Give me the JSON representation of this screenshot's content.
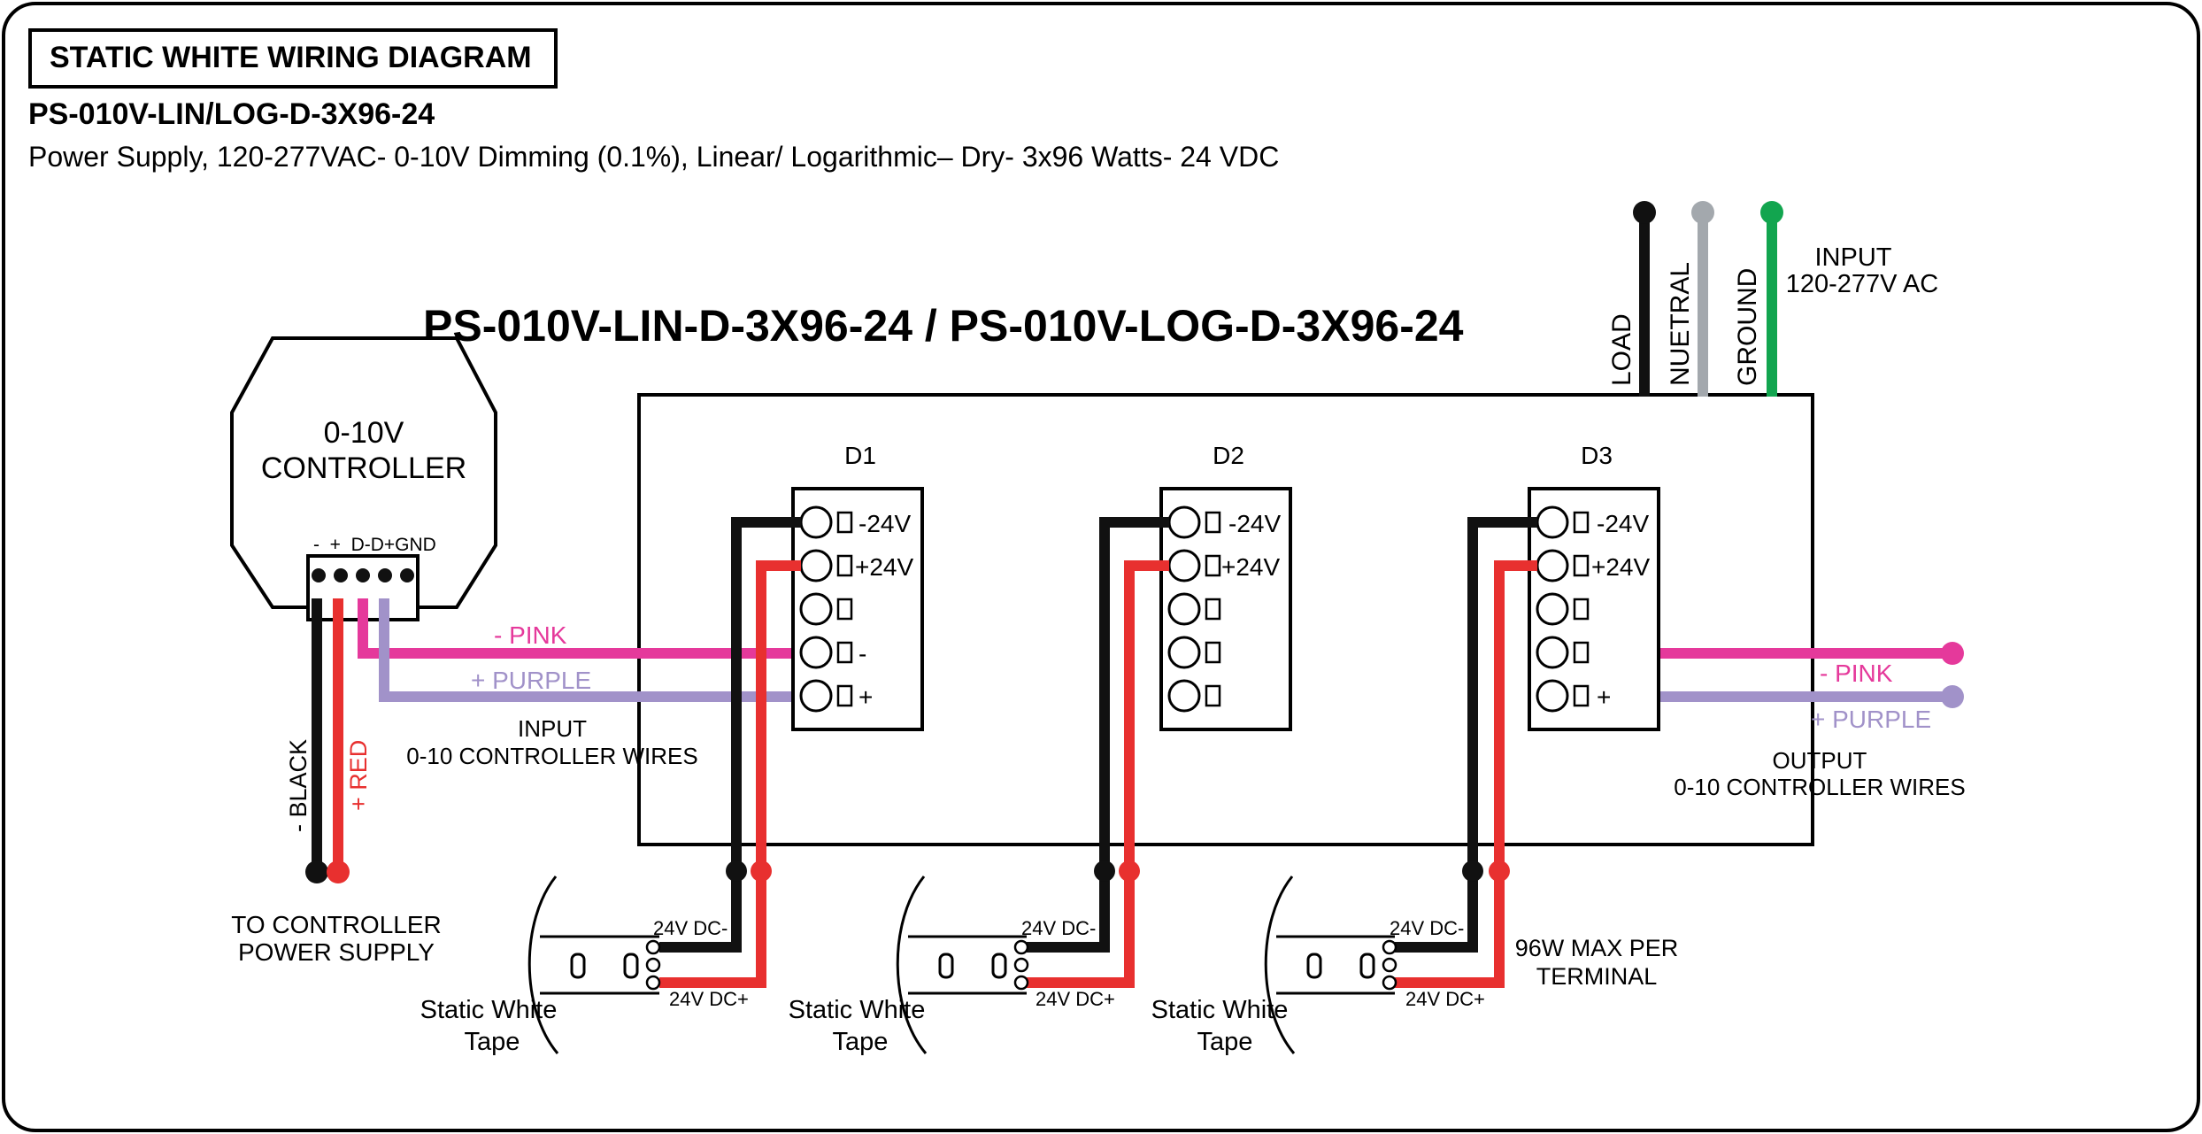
{
  "header": {
    "title_box": "STATIC WHITE WIRING DIAGRAM",
    "model": "PS-010V-LIN/LOG-D-3X96-24",
    "description": "Power Supply, 120-277VAC- 0-10V Dimming (0.1%), Linear/ Logarithmic– Dry- 3x96 Watts- 24 VDC"
  },
  "power_supply": {
    "title": "PS-010V-LIN-D-3X96-24 / PS-010V-LOG-D-3X96-24",
    "ac_wires": [
      "LOAD",
      "NUETRAL",
      "GROUND"
    ],
    "input_label_line1": "INPUT",
    "input_label_line2": "120-277V AC",
    "outputs": [
      {
        "label": "D1",
        "terminals": [
          "-24V",
          "+24V",
          "",
          "-",
          "+"
        ]
      },
      {
        "label": "D2",
        "terminals": [
          "-24V",
          "+24V",
          "",
          "",
          ""
        ]
      },
      {
        "label": "D3",
        "terminals": [
          "-24V",
          "+24V",
          "",
          "",
          "+"
        ]
      }
    ]
  },
  "controller": {
    "line1": "0-10V",
    "line2": "CONTROLLER",
    "pins": "-  +  D-D+GND",
    "wire_black": "- BLACK",
    "wire_red": "+ RED",
    "supply_line1": "TO CONTROLLER",
    "supply_line2": "POWER SUPPLY"
  },
  "input_wires": {
    "pink": "- PINK",
    "purple": "+ PURPLE",
    "label_line1": "INPUT",
    "label_line2": "0-10 CONTROLLER WIRES"
  },
  "output_wires": {
    "pink": "- PINK",
    "purple": "+ PURPLE",
    "label_line1": "OUTPUT",
    "label_line2": "0-10 CONTROLLER WIRES"
  },
  "tapes": [
    {
      "label_line1": "Static White",
      "label_line2": "Tape",
      "neg": "24V DC-",
      "pos": "24V DC+"
    },
    {
      "label_line1": "Static White",
      "label_line2": "Tape",
      "neg": "24V DC-",
      "pos": "24V DC+"
    },
    {
      "label_line1": "Static White",
      "label_line2": "Tape",
      "neg": "24V DC-",
      "pos": "24V DC+"
    }
  ],
  "max_note": {
    "line1": "96W MAX PER",
    "line2": "TERMINAL"
  },
  "colors": {
    "black": "#111111",
    "red": "#e8302f",
    "pink": "#e5399b",
    "purple": "#a192c9",
    "gray": "#a3a8ad",
    "green": "#12a54f"
  }
}
